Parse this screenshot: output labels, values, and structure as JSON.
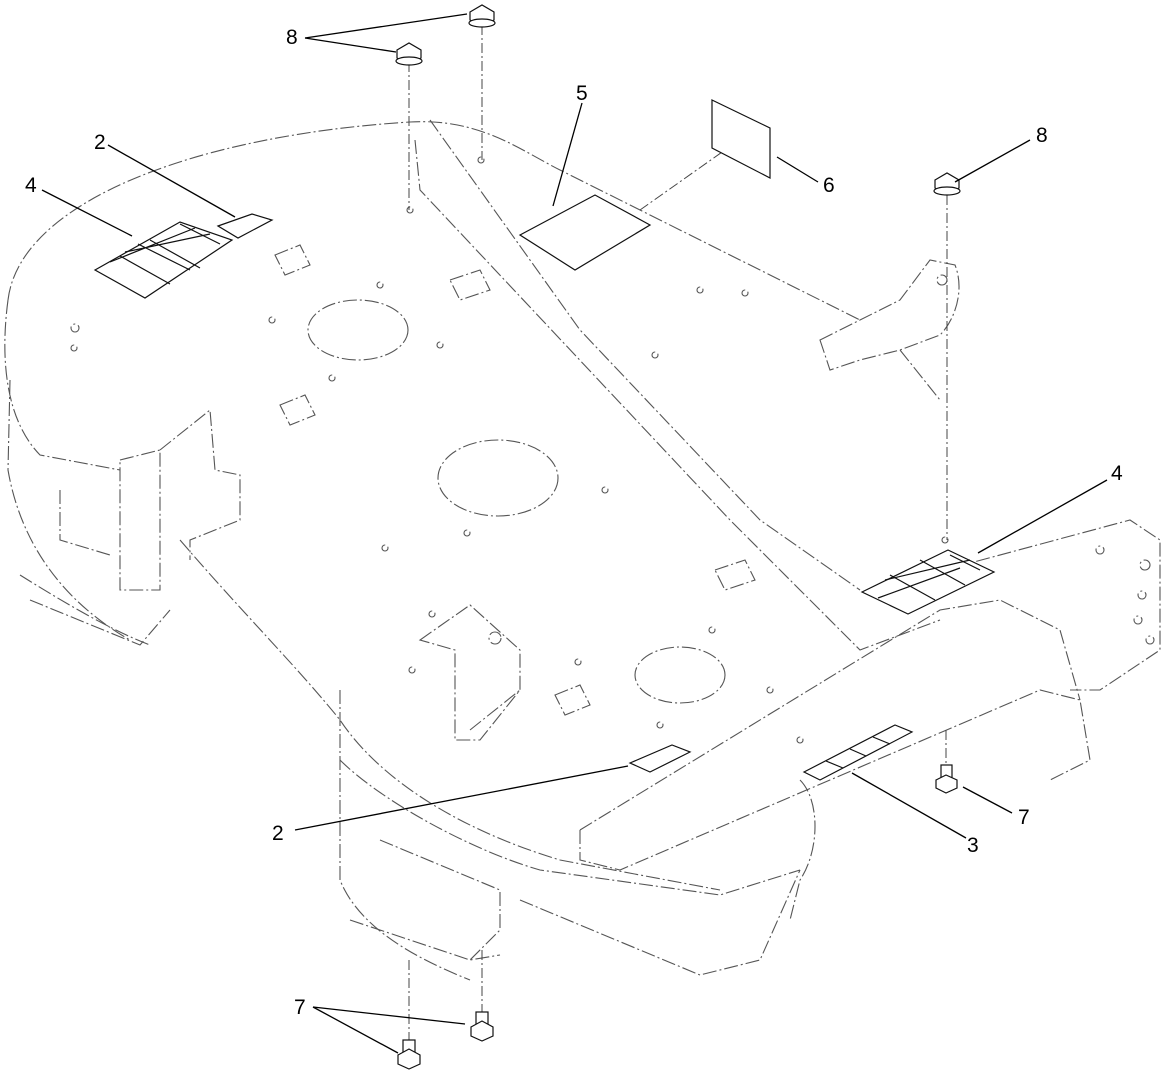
{
  "diagram": {
    "callouts": {
      "c1": "8",
      "c2": "5",
      "c3": "2",
      "c4": "4",
      "c5": "6",
      "c6": "8",
      "c7": "4",
      "c8": "7",
      "c9": "3",
      "c10": "2",
      "c11": "7"
    }
  }
}
